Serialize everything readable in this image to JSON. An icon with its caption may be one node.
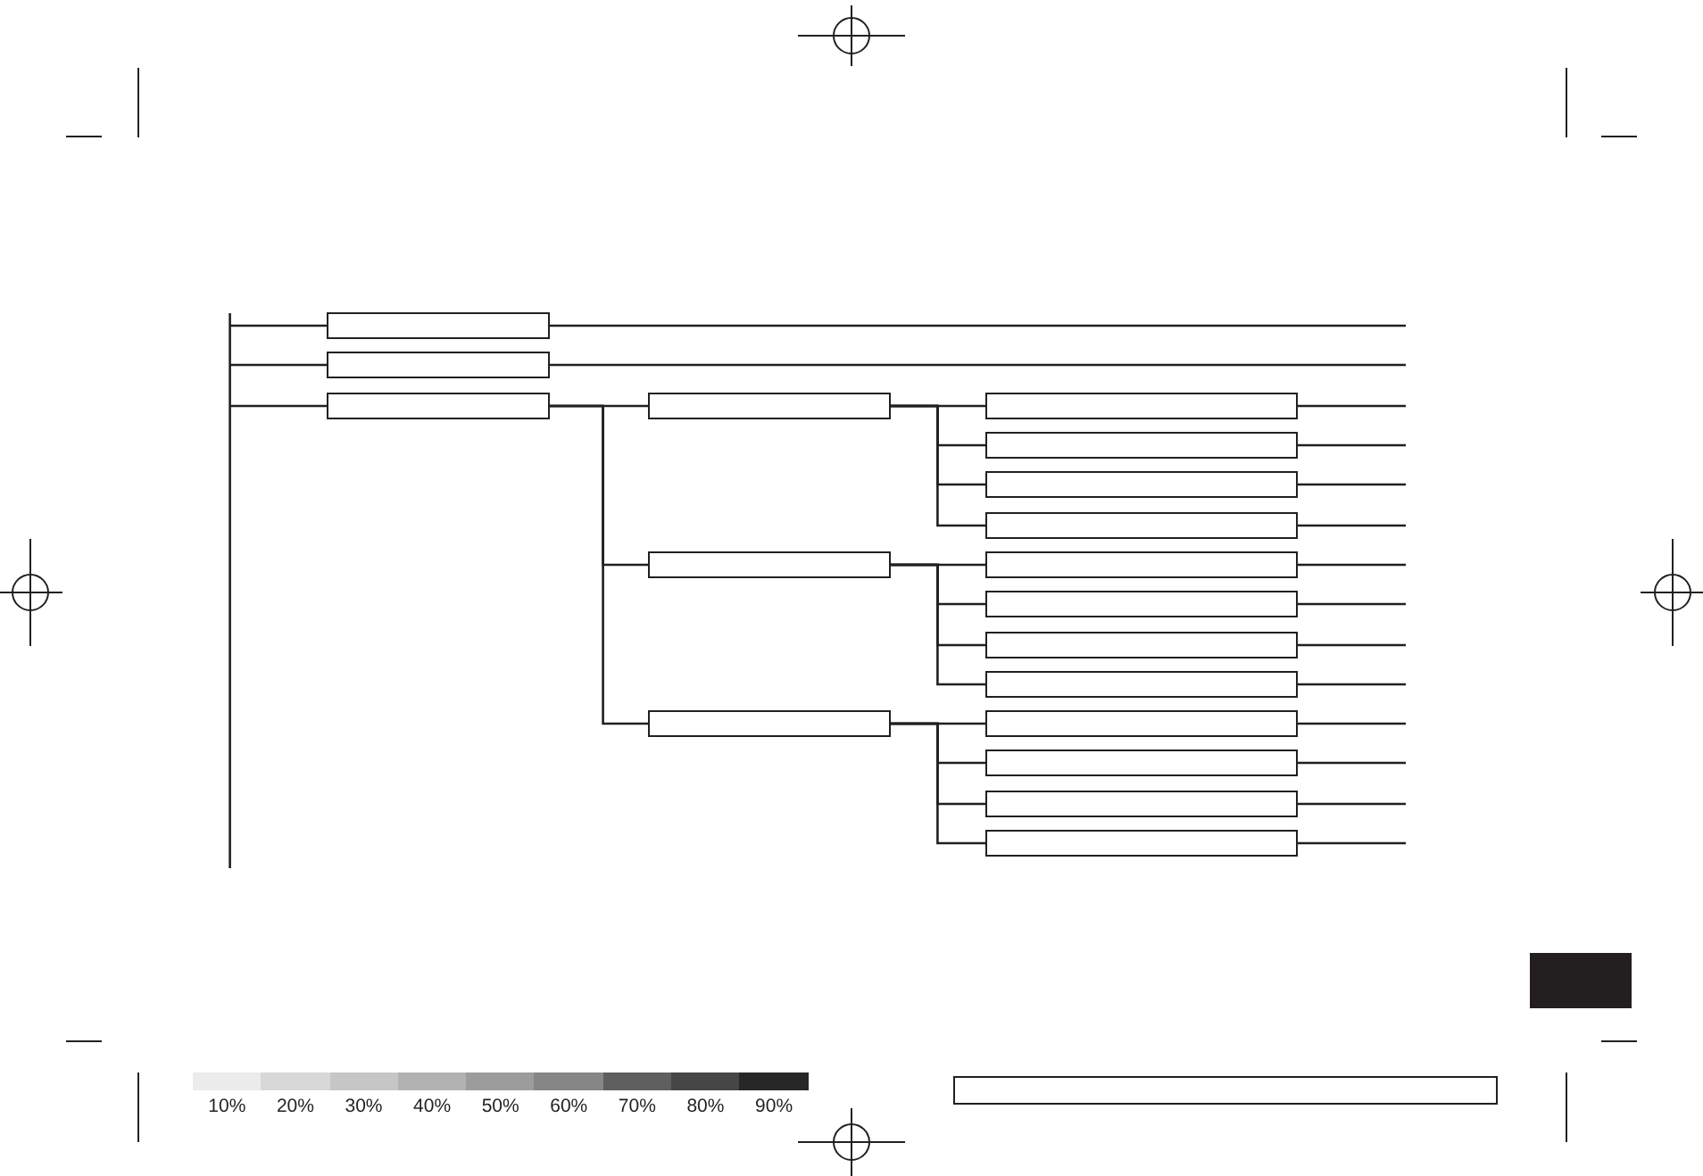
{
  "diagram": {
    "nodes": [
      {
        "text": [],
        "shape": "box"
      },
      {
        "text": [],
        "shape": "box"
      },
      {
        "text": [],
        "shape": "box"
      },
      {
        "text": [],
        "shape": "box"
      },
      {
        "text": [],
        "shape": "box"
      },
      {
        "text": [],
        "shape": "box"
      },
      {
        "text": [],
        "shape": "box"
      },
      {
        "text": [],
        "shape": "box"
      },
      {
        "text": [],
        "shape": "box"
      },
      {
        "text": [],
        "shape": "box"
      },
      {
        "text": [],
        "shape": "box"
      },
      {
        "text": [],
        "shape": "box"
      },
      {
        "text": [],
        "shape": "box"
      },
      {
        "text": [],
        "shape": "box"
      },
      {
        "text": [],
        "shape": "box"
      },
      {
        "text": [],
        "shape": "box"
      },
      {
        "text": [],
        "shape": "box"
      },
      {
        "text": [],
        "shape": "box"
      },
      {
        "text": [],
        "shape": "box"
      }
    ],
    "edges": [
      {
        "from": null,
        "to": 0,
        "arrow": "none"
      },
      {
        "from": null,
        "to": 1,
        "arrow": "none"
      },
      {
        "from": null,
        "to": 2,
        "arrow": "none"
      },
      {
        "from": 0,
        "to": null,
        "arrow": "none"
      },
      {
        "from": 1,
        "to": null,
        "arrow": "none"
      },
      {
        "from": 2,
        "to": 3,
        "arrow": "none"
      },
      {
        "from": 2,
        "to": 8,
        "arrow": "none"
      },
      {
        "from": 2,
        "to": 13,
        "arrow": "none"
      },
      {
        "from": 3,
        "to": 4,
        "arrow": "none"
      },
      {
        "from": 3,
        "to": 5,
        "arrow": "none"
      },
      {
        "from": 3,
        "to": 6,
        "arrow": "none"
      },
      {
        "from": 3,
        "to": 7,
        "arrow": "none"
      },
      {
        "from": 8,
        "to": 9,
        "arrow": "none"
      },
      {
        "from": 8,
        "to": 10,
        "arrow": "none"
      },
      {
        "from": 8,
        "to": 11,
        "arrow": "none"
      },
      {
        "from": 8,
        "to": 12,
        "arrow": "none"
      },
      {
        "from": 13,
        "to": 14,
        "arrow": "none"
      },
      {
        "from": 13,
        "to": 15,
        "arrow": "none"
      },
      {
        "from": 13,
        "to": 16,
        "arrow": "none"
      },
      {
        "from": 13,
        "to": 17,
        "arrow": "none"
      },
      {
        "from": 4,
        "to": null,
        "arrow": "none"
      },
      {
        "from": 5,
        "to": null,
        "arrow": "none"
      },
      {
        "from": 6,
        "to": null,
        "arrow": "none"
      },
      {
        "from": 7,
        "to": null,
        "arrow": "none"
      },
      {
        "from": 9,
        "to": null,
        "arrow": "none"
      },
      {
        "from": 10,
        "to": null,
        "arrow": "none"
      },
      {
        "from": 11,
        "to": null,
        "arrow": "none"
      },
      {
        "from": 12,
        "to": null,
        "arrow": "none"
      },
      {
        "from": 14,
        "to": null,
        "arrow": "none"
      },
      {
        "from": 15,
        "to": null,
        "arrow": "none"
      },
      {
        "from": 16,
        "to": null,
        "arrow": "none"
      },
      {
        "from": 17,
        "to": null,
        "arrow": "none"
      }
    ],
    "legend": [
      {
        "text": "10%",
        "color": "#ececec"
      },
      {
        "text": "20%",
        "color": "#d8d8d8"
      },
      {
        "text": "30%",
        "color": "#c6c6c6"
      },
      {
        "text": "40%",
        "color": "#b2b2b2"
      },
      {
        "text": "50%",
        "color": "#9c9c9c"
      },
      {
        "text": "60%",
        "color": "#868686"
      },
      {
        "text": "70%",
        "color": "#5f5f5f"
      },
      {
        "text": "80%",
        "color": "#464646"
      },
      {
        "text": "90%",
        "color": "#272727"
      }
    ]
  }
}
